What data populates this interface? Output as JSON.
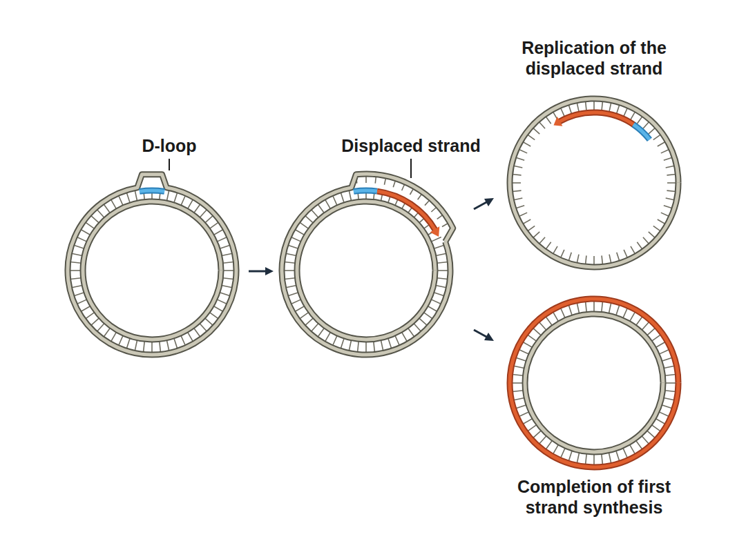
{
  "diagram": {
    "labels": [
      "D-loop",
      "Displaced strand",
      "Replication of the displaced strand",
      "Completion of first strand synthesis"
    ]
  }
}
